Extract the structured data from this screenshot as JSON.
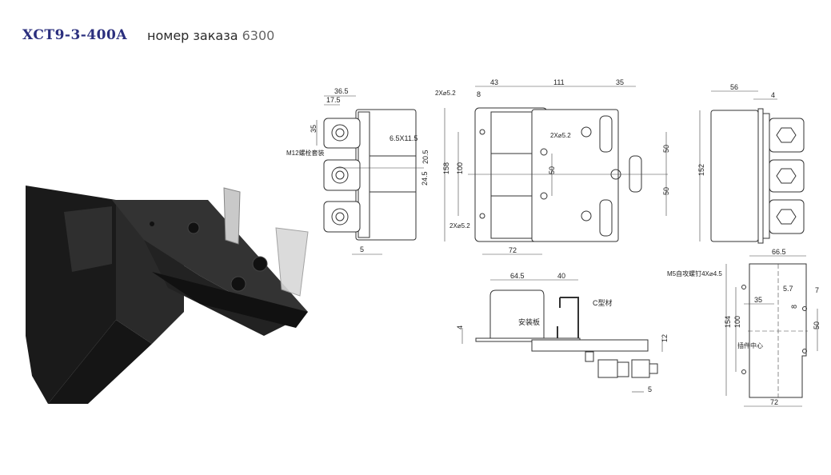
{
  "header": {
    "model": "XCT9-3-400A",
    "order_label": "номер заказа",
    "order_number": "6300"
  },
  "front_view": {
    "dims": [
      "36.5",
      "17.5",
      "35",
      "6.5X11.5",
      "20.5",
      "24.5",
      "5"
    ],
    "bolt_label": "M12螺栓套装"
  },
  "top_view": {
    "dims": [
      "43",
      "111",
      "35",
      "8",
      "158",
      "100",
      "50",
      "50",
      "50",
      "72"
    ],
    "hole_labels": [
      "2X⌀5.2",
      "2X⌀5.2",
      "2X⌀5.2"
    ]
  },
  "side_view_right": {
    "dims": [
      "56",
      "4",
      "152"
    ]
  },
  "side_view_bottom": {
    "dims": [
      "64.5",
      "40",
      "4",
      "12",
      "5"
    ],
    "channel_label": "C型材",
    "plate_label": "安装板"
  },
  "mount_view": {
    "dims": [
      "66.5",
      "35",
      "5.7",
      "7",
      "8",
      "50",
      "154",
      "100",
      "72"
    ],
    "screw_label": "M5自攻螺钉4X⌀4.5",
    "center_label": "插件中心"
  },
  "colors": {
    "title": "#2b2f7e",
    "product_body": "#1c1c1c",
    "terminal": "#c8c8c8"
  }
}
